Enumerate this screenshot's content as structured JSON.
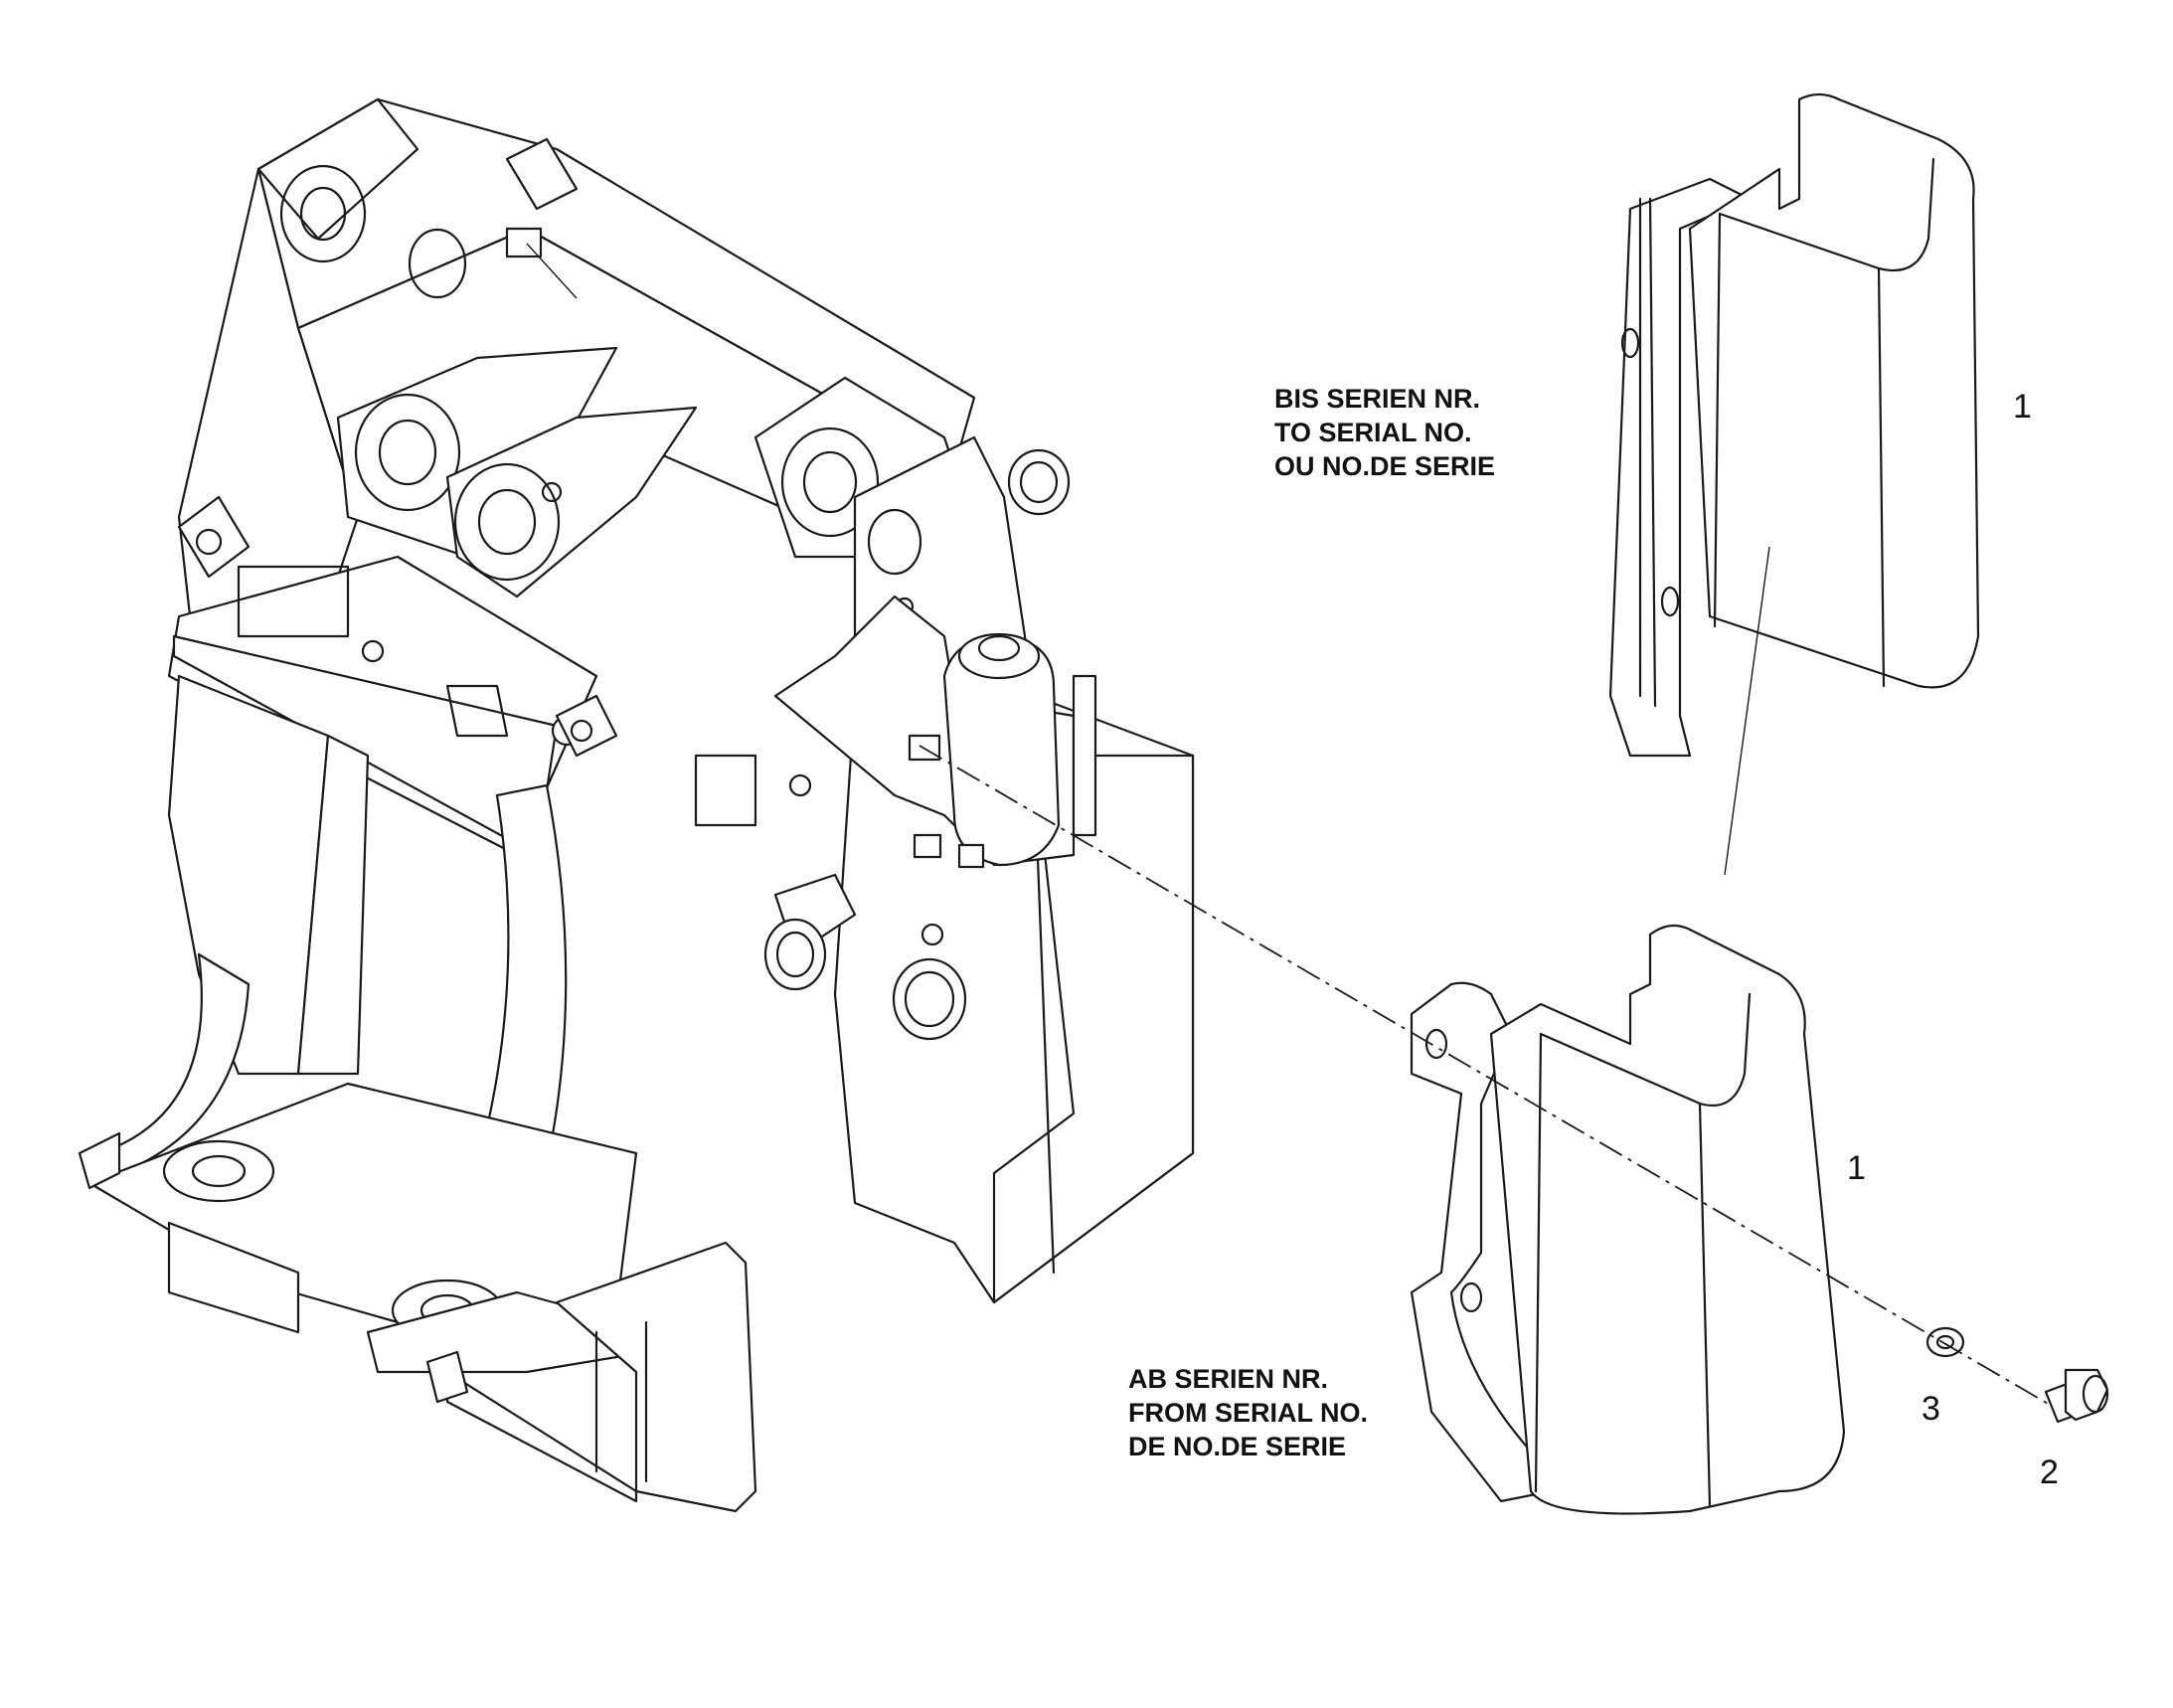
{
  "notes": {
    "upper": [
      "BIS SERIEN NR.",
      "TO SERIAL NO.",
      "OU NO.DE SERIE"
    ],
    "lower": [
      "AB SERIEN NR.",
      "FROM SERIAL NO.",
      "DE NO.DE SERIE"
    ]
  },
  "callouts": {
    "upper_cover": "1",
    "lower_cover": "1",
    "washer": "3",
    "bolt": "2"
  }
}
